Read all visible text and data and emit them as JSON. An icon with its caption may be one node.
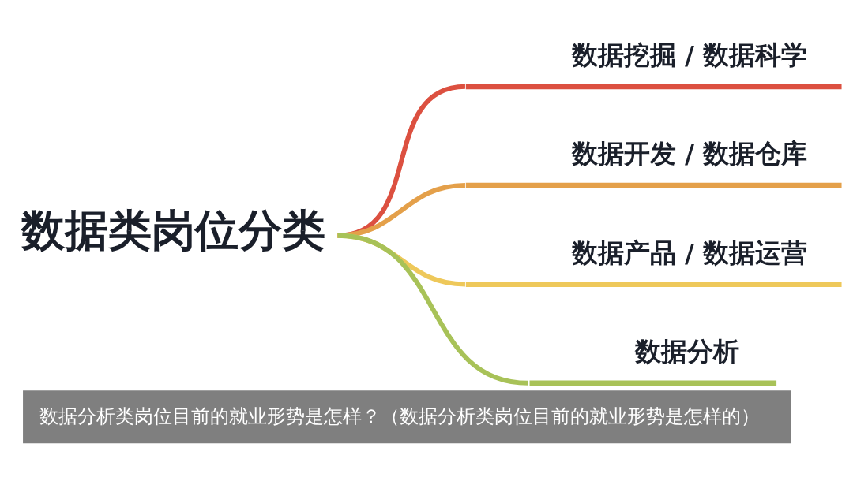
{
  "diagram": {
    "caption": "数据分析类岗位目前的就业形势是怎样？（数据分析类岗位目前的就业形势是怎样的）",
    "nodes": [
      {
        "text": [
          "数据类岗位分类"
        ]
      },
      {
        "text": [
          "数据挖掘 / 数据科学"
        ]
      },
      {
        "text": [
          "数据开发 / 数据仓库"
        ]
      },
      {
        "text": [
          "数据产品 / 数据运营"
        ]
      },
      {
        "text": [
          "数据分析"
        ]
      }
    ],
    "edges": [
      {
        "from": 0,
        "to": 1,
        "arrow": "none",
        "color": "#dc5040"
      },
      {
        "from": 0,
        "to": 2,
        "arrow": "none",
        "color": "#e4a04a"
      },
      {
        "from": 0,
        "to": 3,
        "arrow": "none",
        "color": "#eec85a"
      },
      {
        "from": 0,
        "to": 4,
        "arrow": "none",
        "color": "#a8c258"
      }
    ]
  }
}
